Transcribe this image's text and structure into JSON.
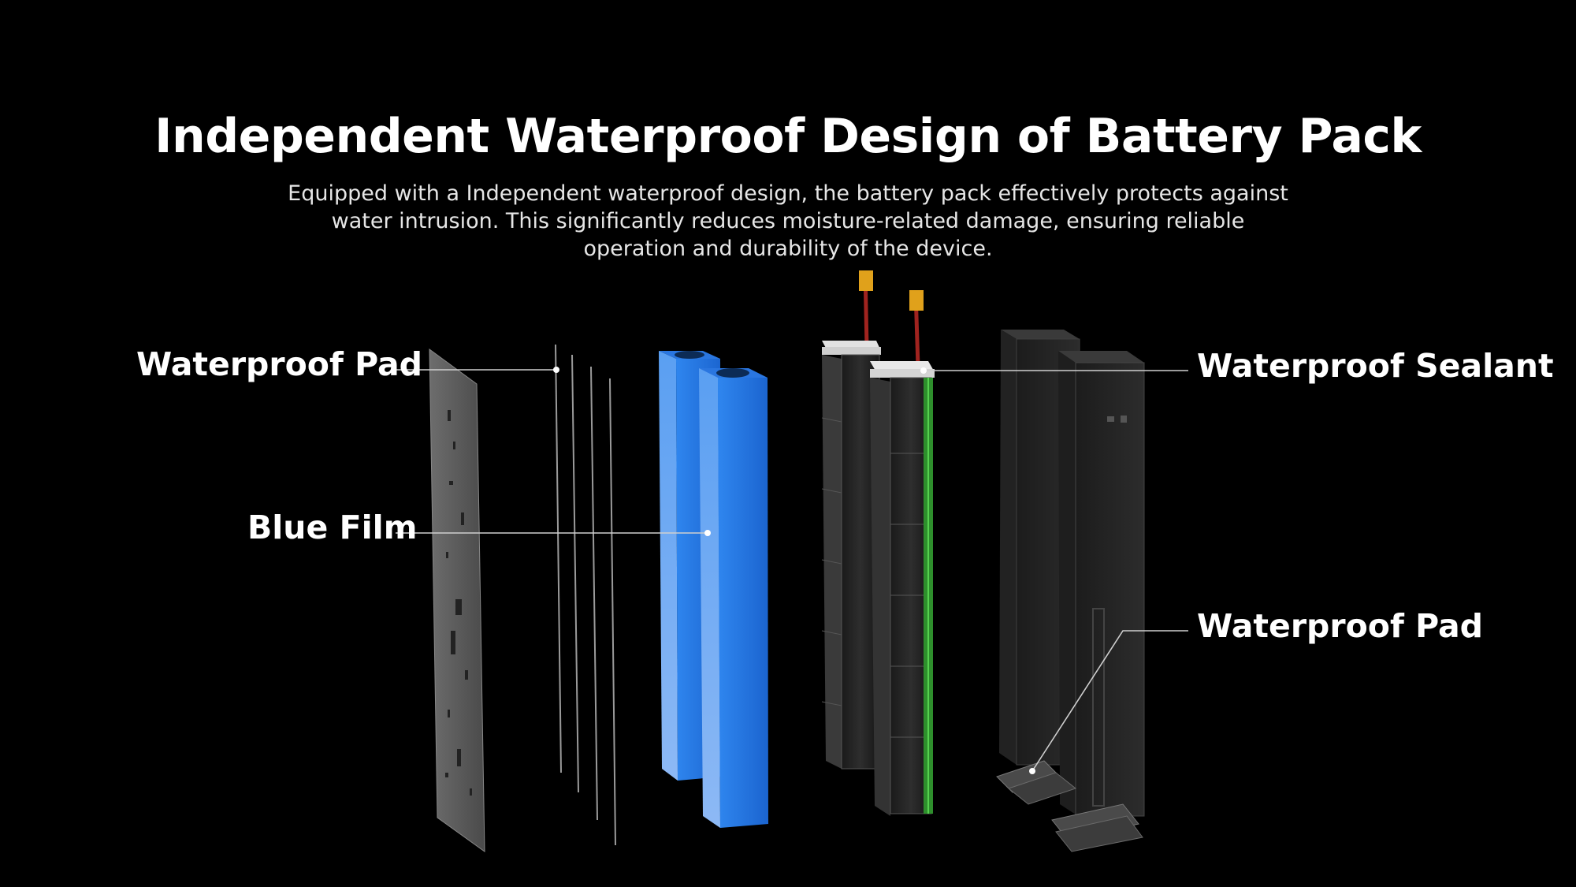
{
  "heading": {
    "title": "Independent Waterproof Design of Battery Pack",
    "description": "Equipped with a Independent waterproof design, the battery pack effectively protects against water intrusion. This significantly reduces moisture-related damage, ensuring reliable operation and durability of the device."
  },
  "callouts": {
    "left_top": "Waterproof Pad",
    "left_bottom": "Blue Film",
    "right_top": "Waterproof Sealant",
    "right_bottom": "Waterproof Pad"
  },
  "colors": {
    "background": "#000000",
    "text": "#ffffff",
    "blue_film": "#1f6fd6",
    "green_edge": "#39a83a",
    "wire_red": "#a0231f",
    "connector_yellow": "#e0a11b"
  }
}
